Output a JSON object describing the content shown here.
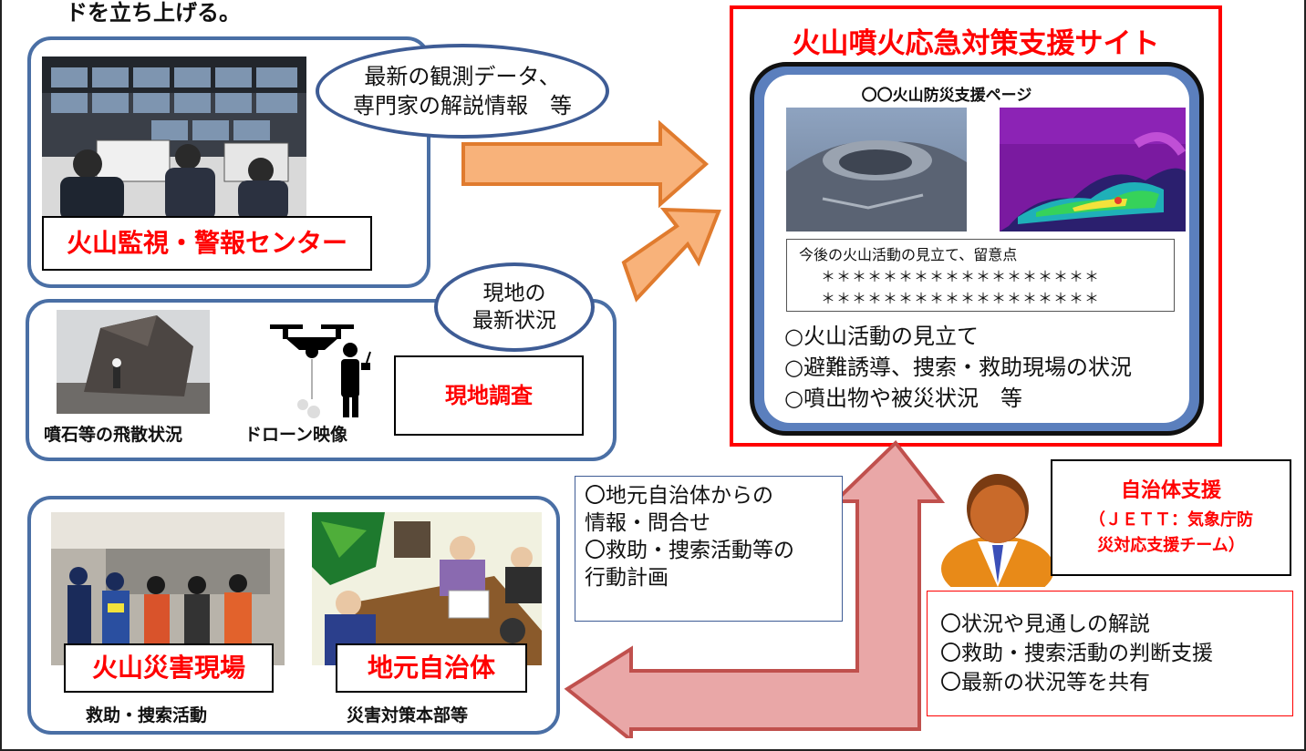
{
  "top_text": "ドを立ち上げる。",
  "center_panel": {
    "observation_label": "火山監視・警報センター",
    "bubble_latest_data": [
      "最新の観測データ、",
      "専門家の解説情報　等"
    ]
  },
  "field_panel": {
    "bubble_field": [
      "現地の",
      "最新状況"
    ],
    "rock_caption": "噴石等の飛散状況",
    "drone_caption": "ドローン映像",
    "survey_label": "現地調査"
  },
  "site": {
    "title": "火山噴火応急対策支援サイト",
    "page_title": "〇〇火山防災支援ページ",
    "outlook_heading": "今後の火山活動の見立て、留意点",
    "stars_line1": "＊＊＊＊＊＊＊＊＊＊＊＊＊＊＊＊＊＊",
    "stars_line2": "＊＊＊＊＊＊＊＊＊＊＊＊＊＊＊＊＊＊",
    "items": [
      "○火山活動の見立て",
      "○避難誘導、捜索・救助現場の状況",
      "○噴出物や被災状況　等"
    ]
  },
  "local_info": [
    "〇地元自治体からの",
    "情報・問合せ",
    "〇救助・捜索活動等の",
    "行動計画"
  ],
  "jett": {
    "title": "自治体支援",
    "subtitle_line1": "（ＪＥＴＴ：気象庁防",
    "subtitle_line2": "災対応支援チーム）"
  },
  "support_items": [
    "〇状況や見通しの解説",
    "〇救助・捜索活動の判断支援",
    "〇最新の状況等を共有"
  ],
  "bottom_panel": {
    "disaster_site_label": "火山災害現場",
    "disaster_site_caption": "救助・捜索活動",
    "local_gov_label": "地元自治体",
    "local_gov_caption": "災害対策本部等"
  },
  "colors": {
    "accent_red": "#ff0000",
    "panel_blue": "#4a6fa5",
    "arrow_orange_fill": "#f8b27a",
    "arrow_orange_stroke": "#e07b2e",
    "arrow_pink_fill": "#e9a7a7",
    "arrow_pink_stroke": "#c0504d",
    "site_frame_blue": "#5b7fbd"
  }
}
